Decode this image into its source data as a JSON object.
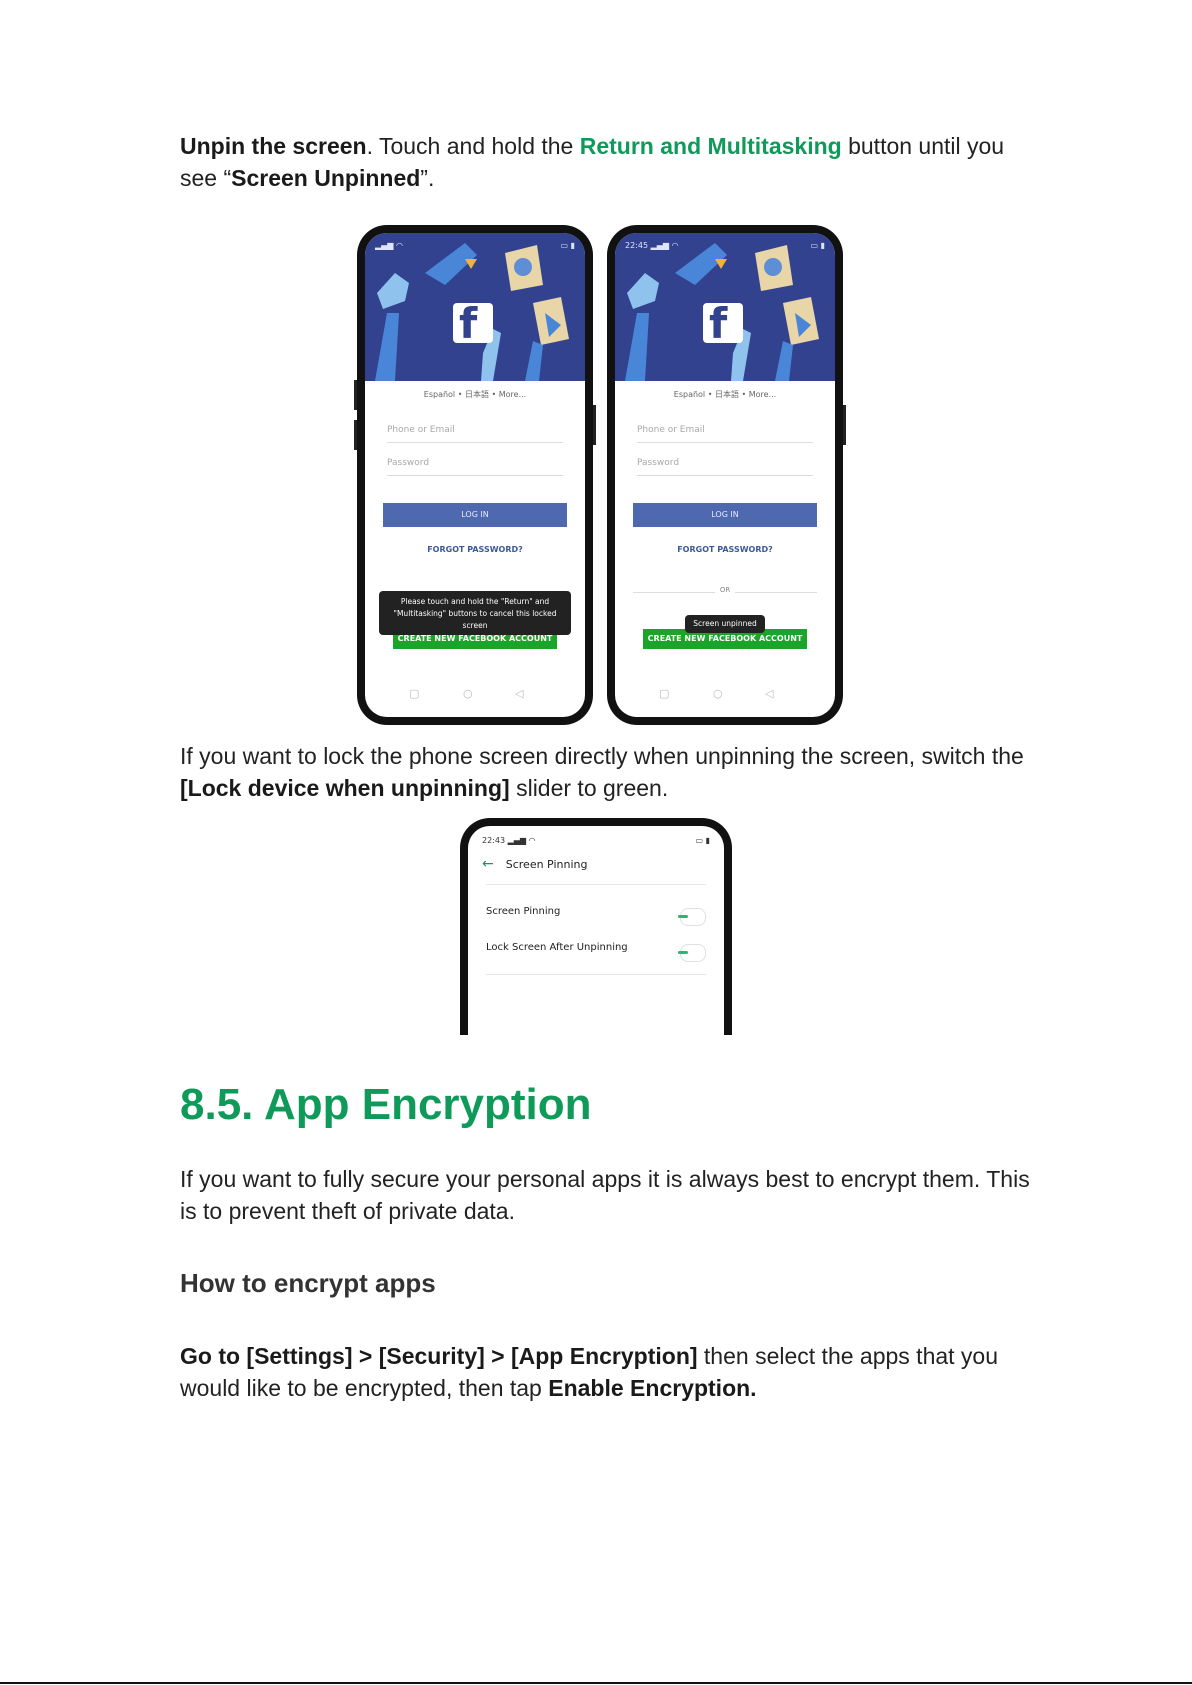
{
  "section1": {
    "p1_bold1": "Unpin the screen",
    "p1_text1": ". Touch and hold the ",
    "p1_green": "Return and Multitasking",
    "p1_text2": " button until you see “",
    "p1_bold2": "Screen Unpinned",
    "p1_text3": "”."
  },
  "phone_left": {
    "lang": "Español • 日本語 • More...",
    "phone_placeholder": "Phone or Email",
    "password_placeholder": "Password",
    "login": "LOG IN",
    "forgot": "FORGOT PASSWORD?",
    "toast": "Please touch and hold the \"Return\" and \"Multitasking\" buttons to cancel this locked screen",
    "create": "CREATE NEW FACEBOOK ACCOUNT"
  },
  "phone_right": {
    "time": "22:45",
    "lang": "Español • 日本語 • More...",
    "phone_placeholder": "Phone or Email",
    "password_placeholder": "Password",
    "login": "LOG IN",
    "forgot": "FORGOT PASSWORD?",
    "or": "OR",
    "toast": "Screen unpinned",
    "create": "CREATE NEW FACEBOOK ACCOUNT"
  },
  "section2": {
    "p_text1": "If you want to lock the phone screen directly when unpinning the screen, switch the ",
    "p_bold": "[Lock device when unpinning]",
    "p_text2": " slider to green."
  },
  "phone_settings": {
    "time": "22:43",
    "title": "Screen Pinning",
    "row1": "Screen Pinning",
    "row2": "Lock Screen After Unpinning"
  },
  "heading": "8.5. App Encryption",
  "intro": "If you want to fully secure your personal apps it is always best to encrypt them. This is to prevent theft of private data.",
  "subheading": "How to encrypt apps",
  "steps": {
    "bold1": "Go to [Settings] > [Security] > [App Encryption]",
    "text1": " then select the apps that you would like to be encrypted, then tap ",
    "bold2": "Enable Encryption."
  },
  "colors": {
    "accent_green": "#0f9a5a",
    "facebook_blue": "#32428f",
    "create_green": "#1aa52a"
  }
}
